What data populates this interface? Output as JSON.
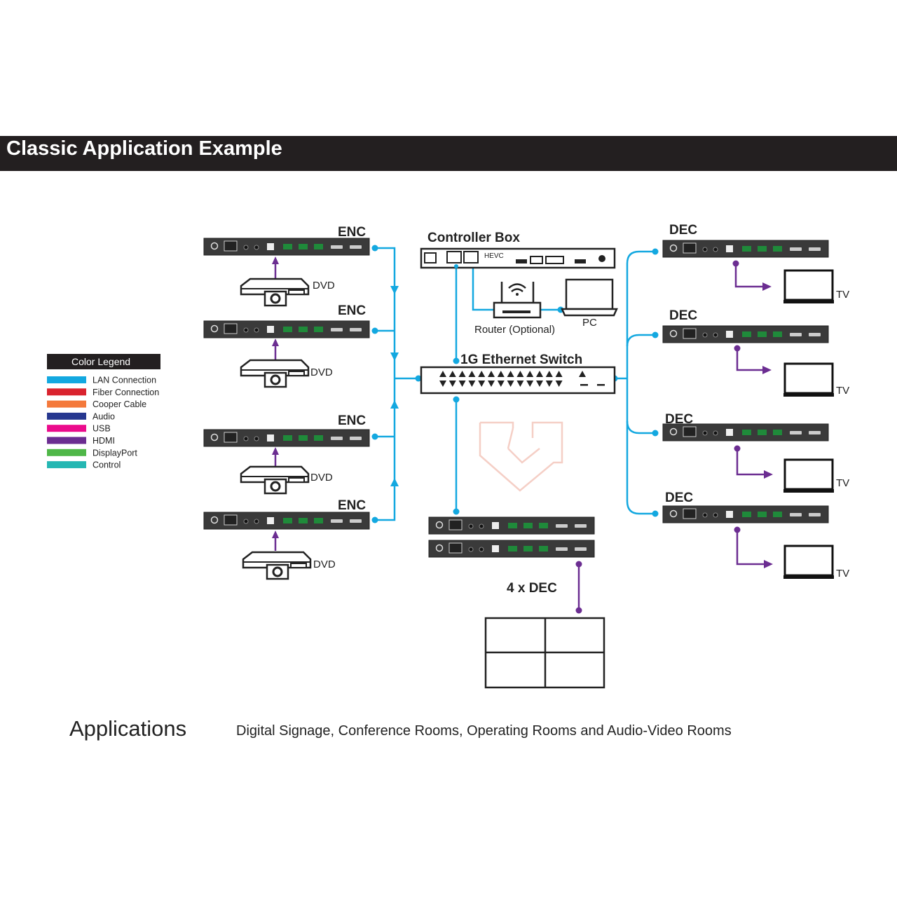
{
  "header": {
    "title": "Classic Application Example"
  },
  "legend": {
    "title": "Color Legend",
    "items": [
      {
        "label": "LAN Connection",
        "color": "#13a8e0"
      },
      {
        "label": "Fiber Connection",
        "color": "#d9232e"
      },
      {
        "label": "Cooper Cable",
        "color": "#f4793b"
      },
      {
        "label": "Audio",
        "color": "#26378f"
      },
      {
        "label": "USB",
        "color": "#eb0b8c"
      },
      {
        "label": "HDMI",
        "color": "#6b2d91"
      },
      {
        "label": "DisplayPort",
        "color": "#4fb748"
      },
      {
        "label": "Control",
        "color": "#25b7b3"
      }
    ]
  },
  "diagram": {
    "enc_label": "ENC",
    "dec_label": "DEC",
    "dvd_label": "DVD",
    "tv_label": "TV",
    "controller_label": "Controller Box",
    "hevc_label": "HEVC",
    "router_label": "Router (Optional)",
    "pc_label": "PC",
    "switch_label": "1G Ethernet Switch",
    "wall_label": "4 x DEC"
  },
  "footer": {
    "applications_label": "Applications",
    "applications_text": "Digital Signage, Conference Rooms, Operating Rooms and Audio-Video Rooms"
  }
}
